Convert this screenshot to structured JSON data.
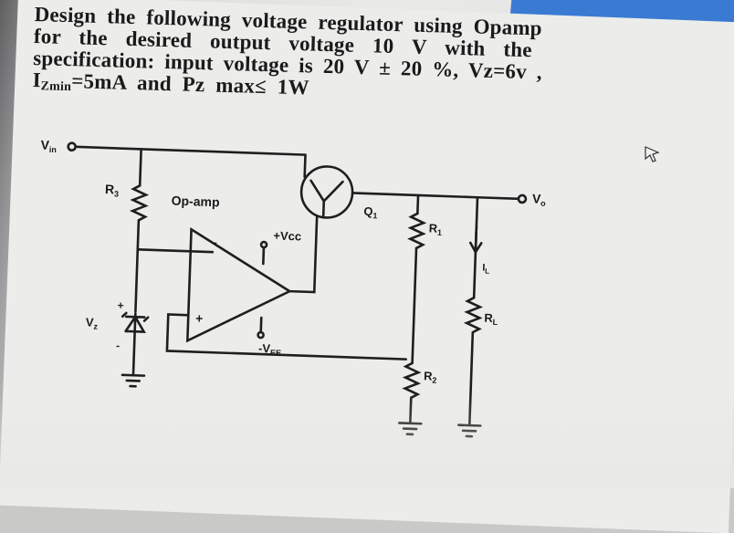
{
  "problem": {
    "line1": "Design the following   voltage regulator using Opamp",
    "line2": "for the desired output voltage 10 V with the",
    "line3": "specification: input voltage is 20 V ± 20 %, Vz=6v ,",
    "line4_prefix": "I",
    "line4_sub": "Zmin",
    "line4_rest": "=5mA and Pz max≤ 1W"
  },
  "circuit": {
    "vin": "V",
    "vin_sub": "in",
    "vo": "V",
    "vo_sub": "o",
    "r3": "R",
    "r3_sub": "3",
    "opamp": "Op-amp",
    "vcc": "+Vcc",
    "vee": "-V",
    "vee_sub": "EE",
    "q1": "Q",
    "q1_sub": "1",
    "r1": "R",
    "r1_sub": "1",
    "r2": "R",
    "r2_sub": "2",
    "rl": "R",
    "rl_sub": "L",
    "il": "I",
    "il_sub": "L",
    "vz": "V",
    "vz_sub": "z",
    "plus": "+",
    "minus": "-",
    "zener_plus": "+",
    "zener_minus": "-"
  },
  "icons": {
    "cursor": "arrow-cursor-icon"
  }
}
